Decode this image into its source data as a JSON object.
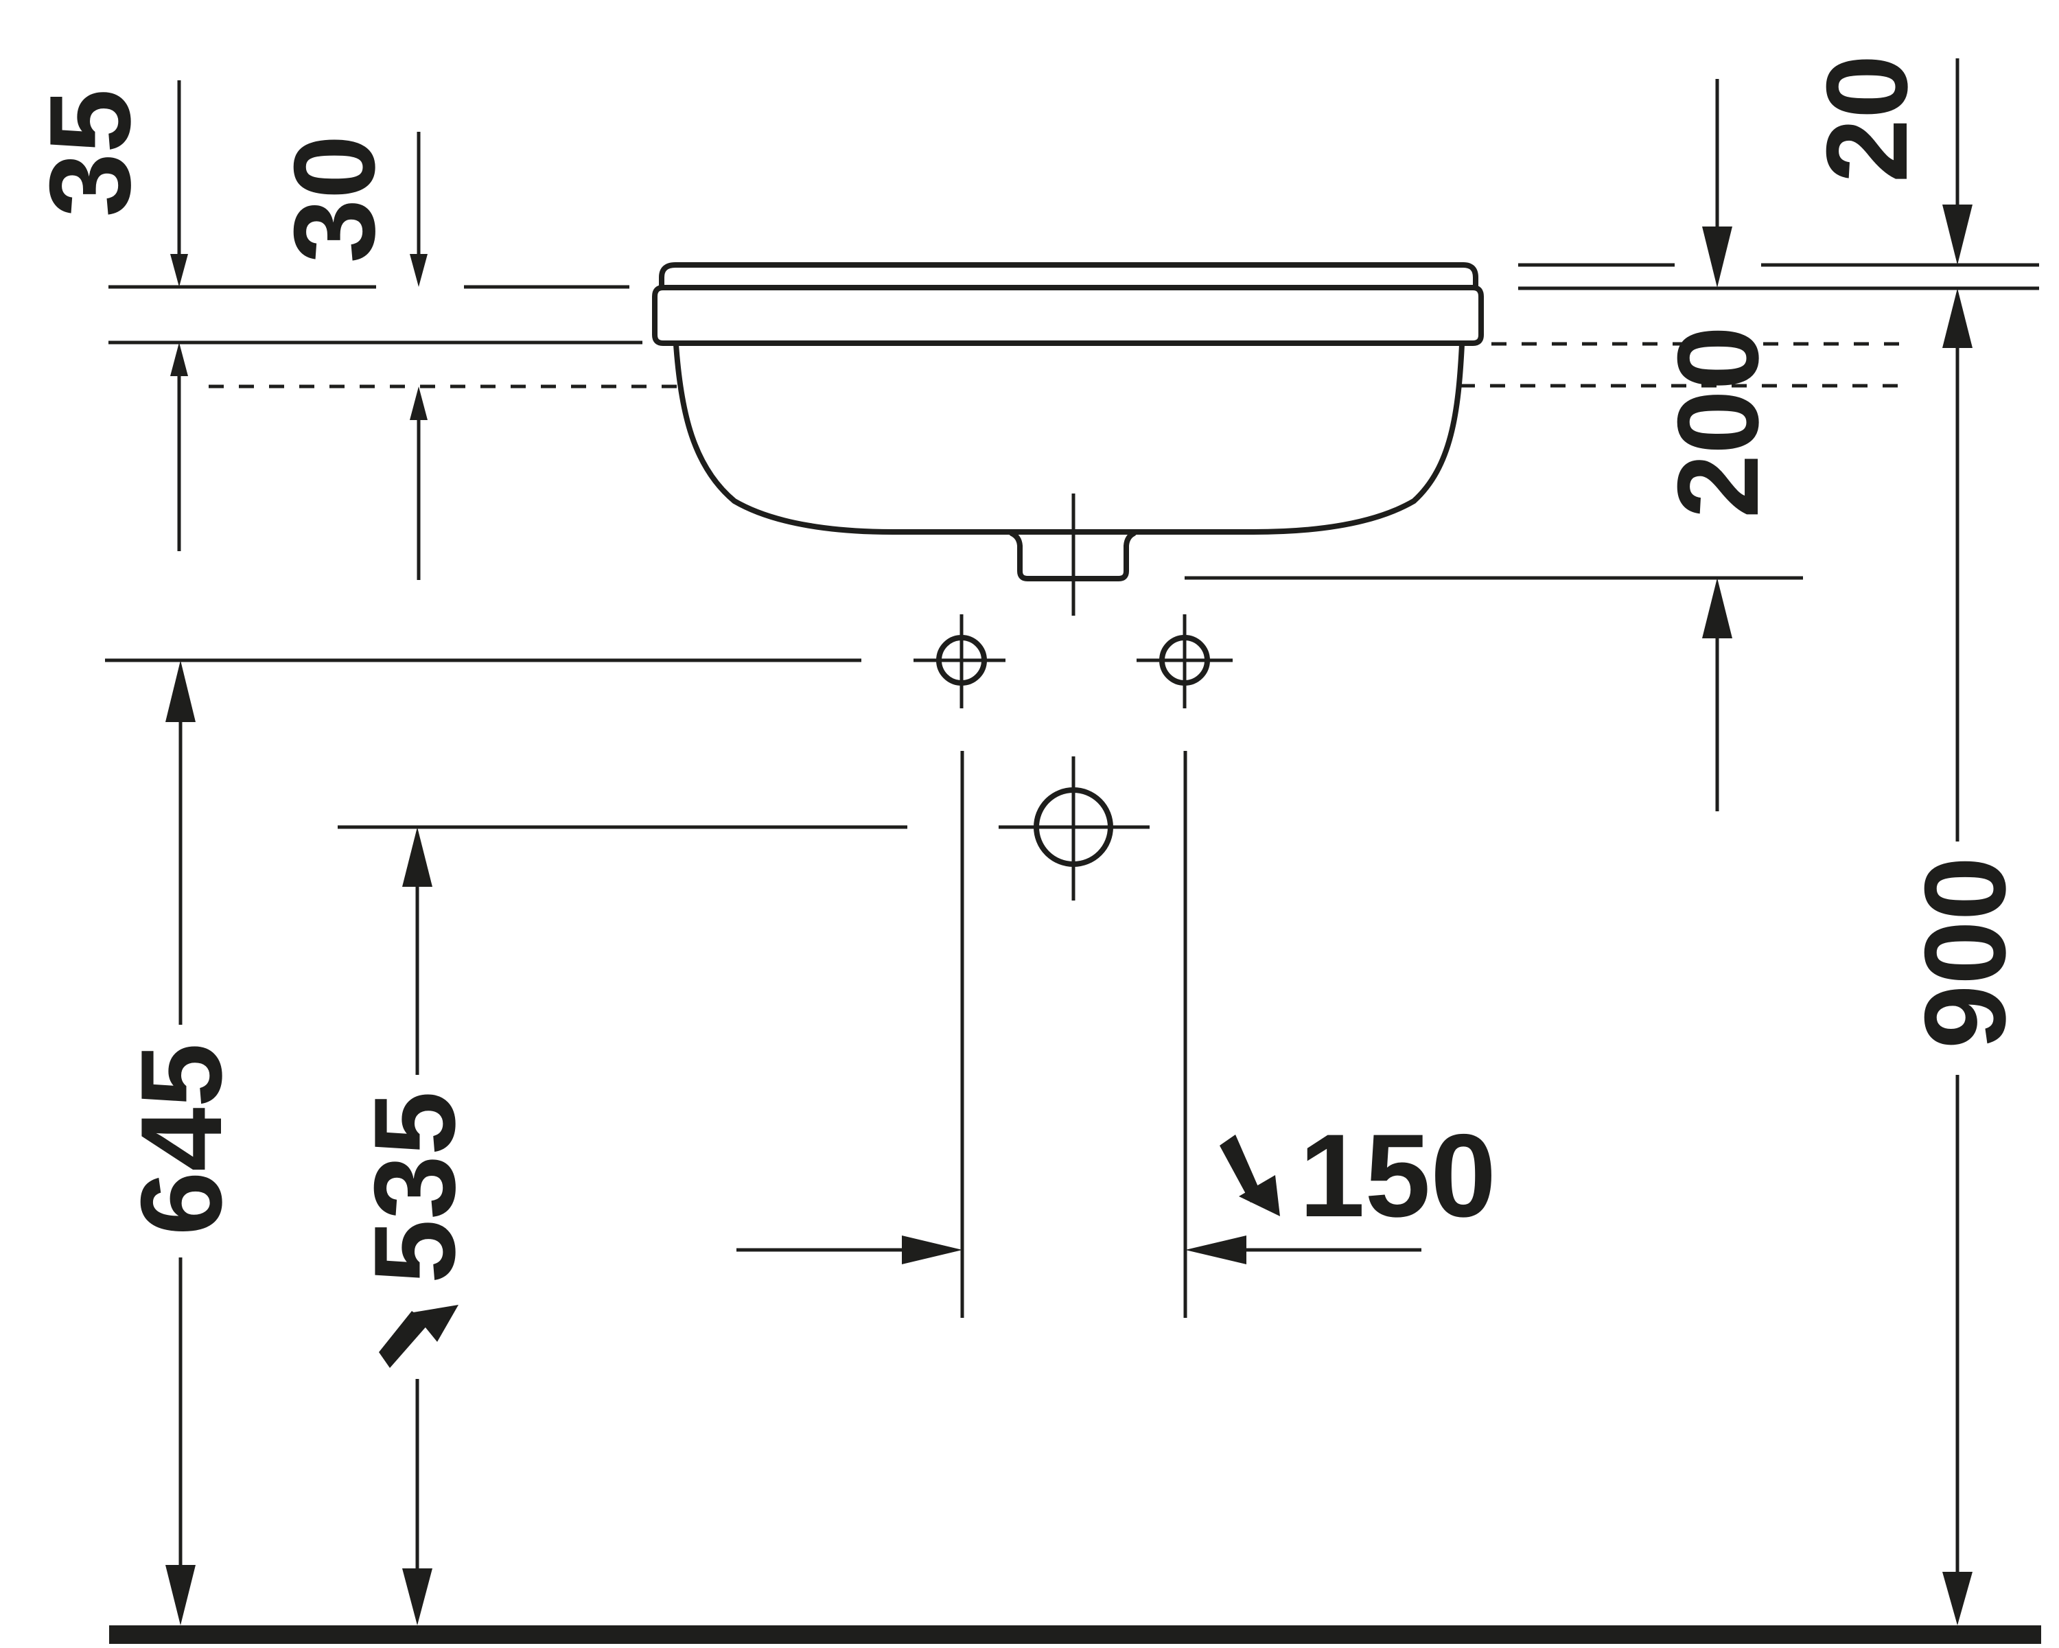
{
  "drawing": {
    "subject": "Undercounter washbasin installation — front elevation",
    "units": "mm",
    "colors": {
      "ink": "#1e1e1c",
      "background": "#ffffff"
    }
  },
  "dimensions": {
    "rim_overhang": {
      "value": "35",
      "description": "rim thickness (left)"
    },
    "rim_to_dash": {
      "value": "30",
      "description": "rim underside to dashed line"
    },
    "top_step": {
      "value": "20",
      "description": "top step (right)"
    },
    "basin_depth": {
      "value": "200",
      "description": "top to waste outlet"
    },
    "total_height": {
      "value": "900",
      "description": "floor to top of basin"
    },
    "tap_holes_height": {
      "value": "645",
      "description": "floor to supply connections"
    },
    "waste_height": {
      "value": "535",
      "description": "floor to waste connection"
    },
    "supply_spacing": {
      "value": "150",
      "description": "distance between supply connections"
    }
  },
  "annotations": {
    "waste_marker_icon": "arrow-up-right",
    "spacing_marker_icon": "arrow-down-right"
  }
}
